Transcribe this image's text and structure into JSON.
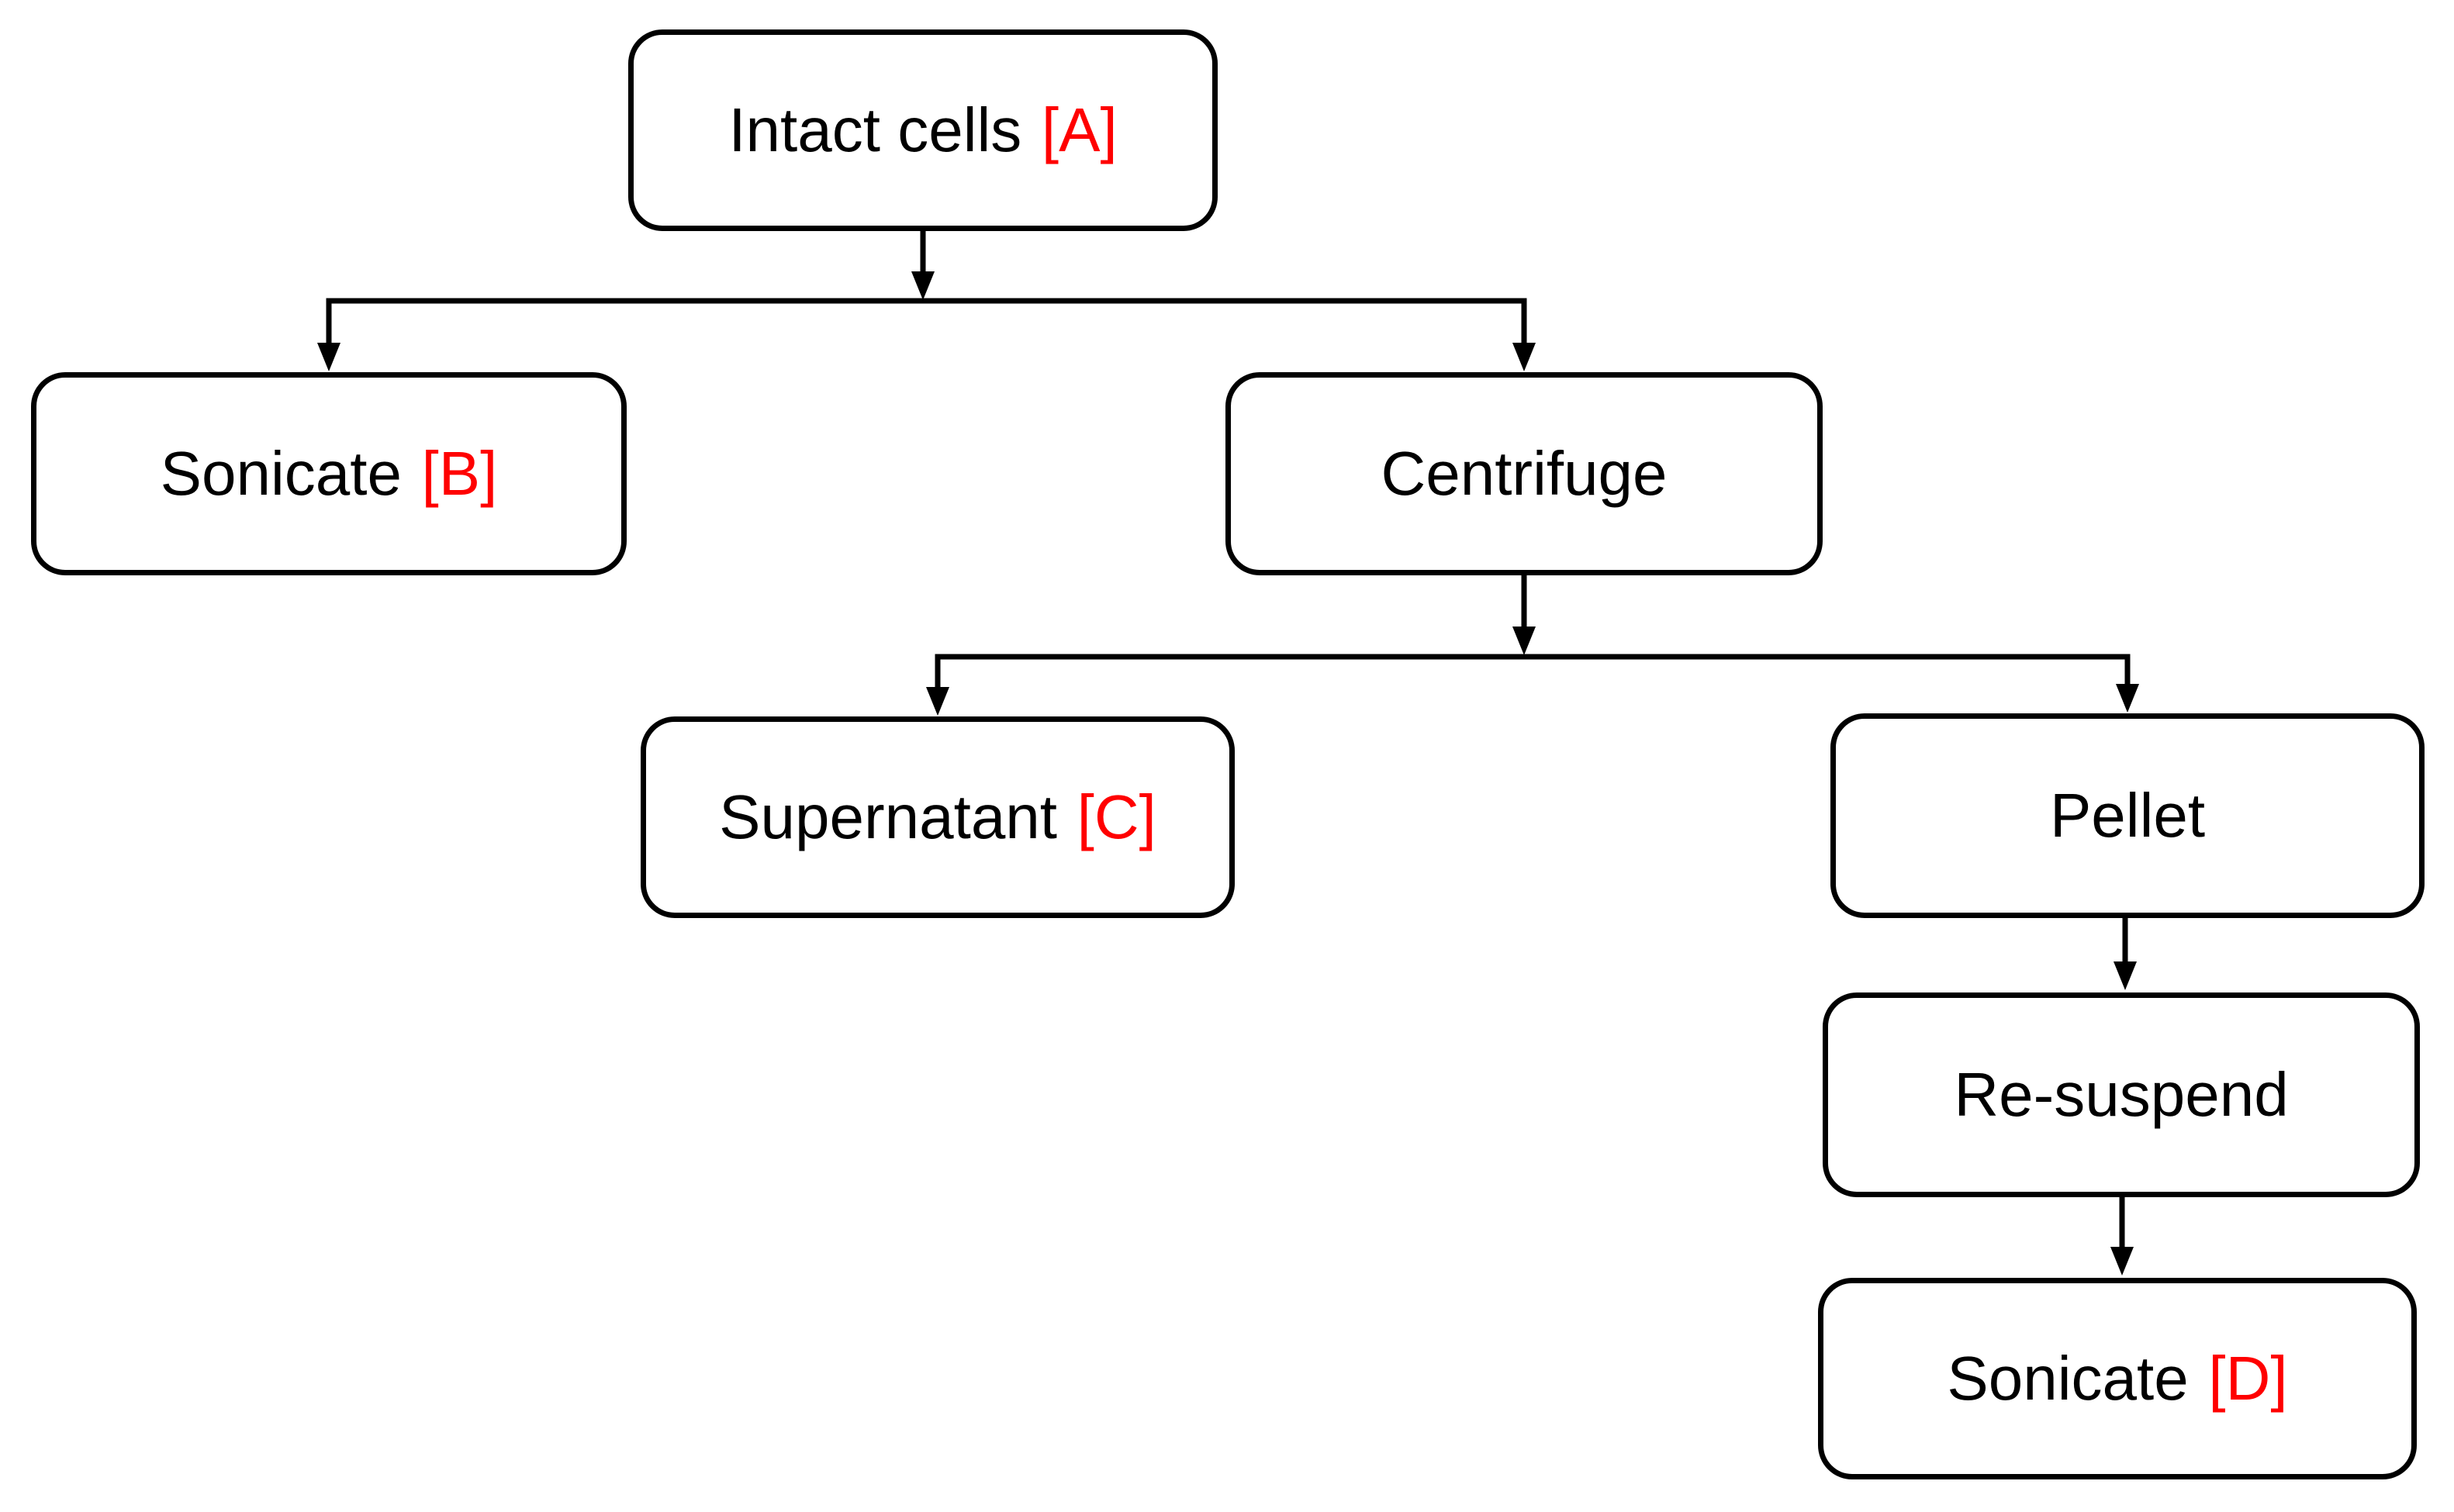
{
  "colors": {
    "background": "#ffffff",
    "box_fill": "#ffffff",
    "box_border": "#000000",
    "text": "#000000",
    "tag_red": "#ff0000",
    "connector": "#000000"
  },
  "diagram": {
    "type": "flowchart",
    "nodes": [
      {
        "id": "intact-cells",
        "text": "Intact cells",
        "tag": "[A]"
      },
      {
        "id": "sonicate-b",
        "text": "Sonicate",
        "tag": "[B]"
      },
      {
        "id": "centrifuge",
        "text": "Centrifuge",
        "tag": ""
      },
      {
        "id": "supernatant",
        "text": "Supernatant",
        "tag": "[C]"
      },
      {
        "id": "pellet",
        "text": "Pellet",
        "tag": ""
      },
      {
        "id": "re-suspend",
        "text": "Re-suspend",
        "tag": ""
      },
      {
        "id": "sonicate-d",
        "text": "Sonicate",
        "tag": "[D]"
      }
    ],
    "edges": [
      {
        "from": "intact-cells",
        "to": "sonicate-b"
      },
      {
        "from": "intact-cells",
        "to": "centrifuge"
      },
      {
        "from": "centrifuge",
        "to": "supernatant"
      },
      {
        "from": "centrifuge",
        "to": "pellet"
      },
      {
        "from": "pellet",
        "to": "re-suspend"
      },
      {
        "from": "re-suspend",
        "to": "sonicate-d"
      }
    ]
  }
}
